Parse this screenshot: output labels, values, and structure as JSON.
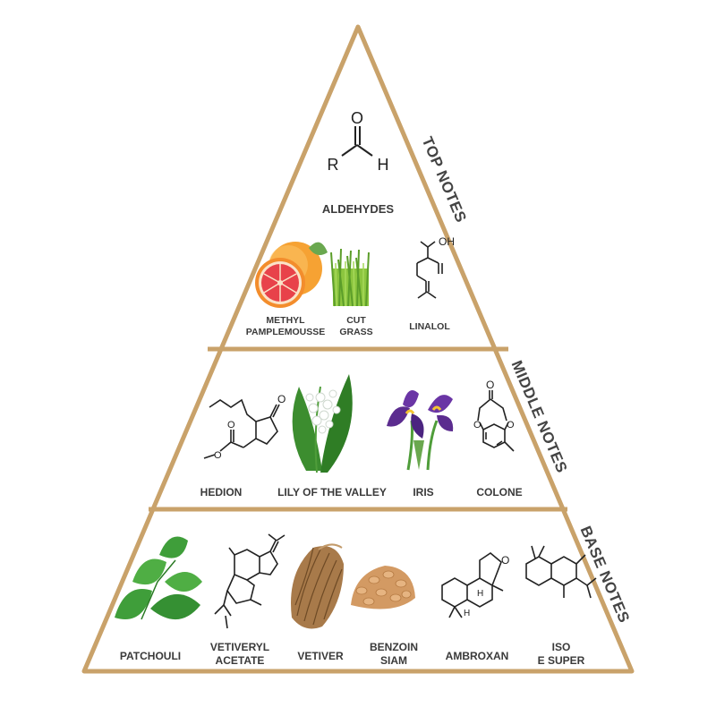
{
  "colors": {
    "frame": "#c9a26a",
    "text": "#3a3a3a",
    "line": "#222222"
  },
  "tiers": {
    "top": {
      "label": "TOP NOTES",
      "aldehyde": {
        "name": "ALDEHYDES",
        "atom_r": "R",
        "atom_h": "H",
        "atom_o": "O"
      },
      "items": [
        {
          "line1": "METHYL",
          "line2": "PAMPLEMOUSSE",
          "icon": "grapefruit-icon"
        },
        {
          "line1": "CUT",
          "line2": "GRASS",
          "icon": "grass-icon"
        },
        {
          "line1": "LINALOL",
          "icon": "linalol-structure-icon",
          "atom": "OH"
        }
      ]
    },
    "middle": {
      "label": "MIDDLE NOTES",
      "items": [
        {
          "name": "HEDION",
          "icon": "hedion-structure-icon",
          "atom_o": "O"
        },
        {
          "name": "LILY OF THE VALLEY",
          "icon": "lily-of-the-valley-icon"
        },
        {
          "name": "IRIS",
          "icon": "iris-flower-icon"
        },
        {
          "name": "COLONE",
          "icon": "colone-structure-icon",
          "atom_o": "O"
        }
      ]
    },
    "base": {
      "label": "BASE NOTES",
      "items": [
        {
          "name": "PATCHOULI",
          "icon": "patchouli-leaf-icon"
        },
        {
          "line1": "VETIVERYL",
          "line2": "ACETATE",
          "icon": "vetiveryl-structure-icon"
        },
        {
          "name": "VETIVER",
          "icon": "vetiver-root-icon"
        },
        {
          "line1": "BENZOIN",
          "line2": "SIAM",
          "icon": "benzoin-resin-icon"
        },
        {
          "name": "AMBROXAN",
          "icon": "ambroxan-structure-icon",
          "atom_h": "H",
          "atom_o": "O"
        },
        {
          "line1": "ISO",
          "line2": "E SUPER",
          "icon": "iso-e-super-structure-icon"
        }
      ]
    }
  }
}
